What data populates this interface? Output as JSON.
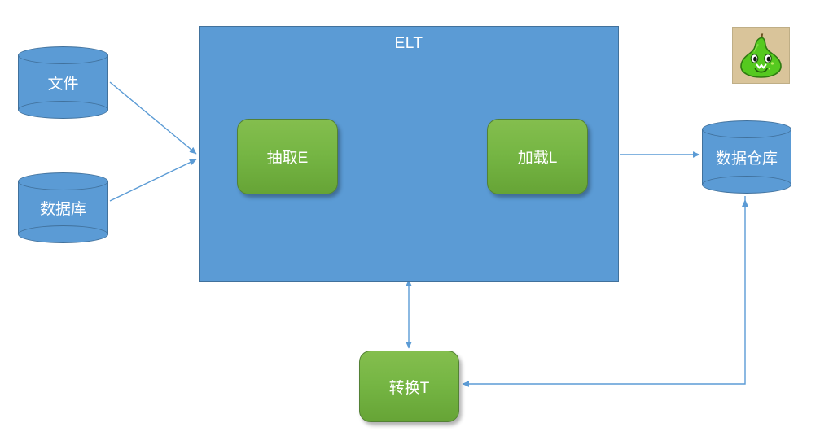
{
  "diagram": {
    "title": "ELT data pipeline diagram",
    "colors": {
      "blue_fill": "#5B9BD5",
      "blue_stroke": "#41719C",
      "green_fill_top": "#84BE4E",
      "green_fill_bottom": "#66A436",
      "green_stroke": "#538135",
      "connector": "#5B9BD5",
      "text_on_shape": "#FFFFFF",
      "avatar_background": "#D9C49A",
      "avatar_body": "#55C91F",
      "avatar_stem": "#6B5120"
    },
    "container": {
      "label": "ELT"
    },
    "sources": [
      {
        "id": "file",
        "label": "文件",
        "shape": "cylinder"
      },
      {
        "id": "database",
        "label": "数据库",
        "shape": "cylinder"
      }
    ],
    "processes": [
      {
        "id": "extract",
        "label": "抽取E",
        "shape": "rounded-rect"
      },
      {
        "id": "load",
        "label": "加载L",
        "shape": "rounded-rect"
      },
      {
        "id": "transform",
        "label": "转换T",
        "shape": "rounded-rect"
      }
    ],
    "targets": [
      {
        "id": "warehouse",
        "label": "数据仓库",
        "shape": "cylinder"
      }
    ],
    "connectors": [
      {
        "id": "file-to-elt",
        "from": "file",
        "to": "elt-container",
        "arrow": "single"
      },
      {
        "id": "database-to-elt",
        "from": "database",
        "to": "elt-container",
        "arrow": "single"
      },
      {
        "id": "load-to-warehouse",
        "from": "load",
        "to": "warehouse",
        "arrow": "single"
      },
      {
        "id": "elt-to-transform",
        "from": "elt-container",
        "to": "transform",
        "arrow": "double"
      },
      {
        "id": "transform-to-warehouse",
        "from": "warehouse",
        "to": "transform",
        "arrow": "elbow-single"
      }
    ],
    "avatar": {
      "name": "pear-character-icon",
      "description": "green pear cartoon face"
    }
  }
}
